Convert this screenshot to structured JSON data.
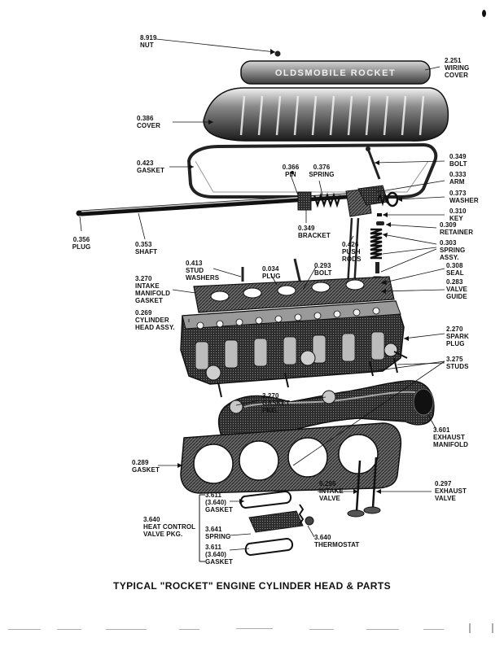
{
  "caption": "TYPICAL \"ROCKET\" ENGINE CYLINDER HEAD & PARTS",
  "cover_lettering": "OLDSMOBILE ROCKET",
  "parts": [
    {
      "id": "nut",
      "text": "8.919\nNUT"
    },
    {
      "id": "wiring-cover",
      "text": "2.251\nWIRING\nCOVER"
    },
    {
      "id": "cover",
      "text": "0.386\nCOVER"
    },
    {
      "id": "gasket-top",
      "text": "0.423\nGASKET"
    },
    {
      "id": "bolt-top",
      "text": "0.349\nBOLT"
    },
    {
      "id": "pin",
      "text": "0.366\nPIN"
    },
    {
      "id": "spring",
      "text": "0.376\nSPRING"
    },
    {
      "id": "arm",
      "text": "0.333\nARM"
    },
    {
      "id": "washer",
      "text": "0.373\nWASHER"
    },
    {
      "id": "key",
      "text": "0.310\nKEY"
    },
    {
      "id": "plug-shaft",
      "text": "0.356\nPLUG"
    },
    {
      "id": "shaft",
      "text": "0.353\nSHAFT"
    },
    {
      "id": "bracket",
      "text": "0.349\nBRACKET"
    },
    {
      "id": "retainer",
      "text": "0.309\nRETAINER"
    },
    {
      "id": "push-rods",
      "text": "0.426\nPUSH\nRODS"
    },
    {
      "id": "spring-assy",
      "text": "0.303\nSPRING\nASSY."
    },
    {
      "id": "stud-washers",
      "text": "0.413\nSTUD\nWASHERS"
    },
    {
      "id": "plug-head",
      "text": "0.034\nPLUG"
    },
    {
      "id": "bolt-mid",
      "text": "0.293\nBOLT"
    },
    {
      "id": "seal",
      "text": "0.308\nSEAL"
    },
    {
      "id": "intake-gasket",
      "text": "3.270\nINTAKE\nMANIFOLD\nGASKET"
    },
    {
      "id": "valve-guide",
      "text": "0.283\nVALVE\nGUIDE"
    },
    {
      "id": "cylinder-head",
      "text": "0.269\nCYLINDER\nHEAD ASSY."
    },
    {
      "id": "spark-plug",
      "text": "2.270\nSPARK\nPLUG"
    },
    {
      "id": "studs",
      "text": "3.275\nSTUDS"
    },
    {
      "id": "gasket-pkg",
      "text": "3.270\nGASKET\nPKG."
    },
    {
      "id": "exhaust-manifold",
      "text": "3.601\nEXHAUST\nMANIFOLD"
    },
    {
      "id": "head-gasket",
      "text": "0.289\nGASKET"
    },
    {
      "id": "exhaust-valve",
      "text": "0.297\nEXHAUST\nVALVE"
    },
    {
      "id": "intake-valve",
      "text": "0.296\nINTAKE\nVALVE"
    },
    {
      "id": "gasket-upper",
      "text": "3.611\n(3.640)\nGASKET"
    },
    {
      "id": "heat-control",
      "text": "3.640\nHEAT CONTROL\nVALVE PKG."
    },
    {
      "id": "spring-lower",
      "text": "3.641\nSPRING"
    },
    {
      "id": "thermostat",
      "text": "3.640\nTHERMOSTAT"
    },
    {
      "id": "gasket-lower",
      "text": "3.611\n(3.640)\nGASKET"
    }
  ]
}
